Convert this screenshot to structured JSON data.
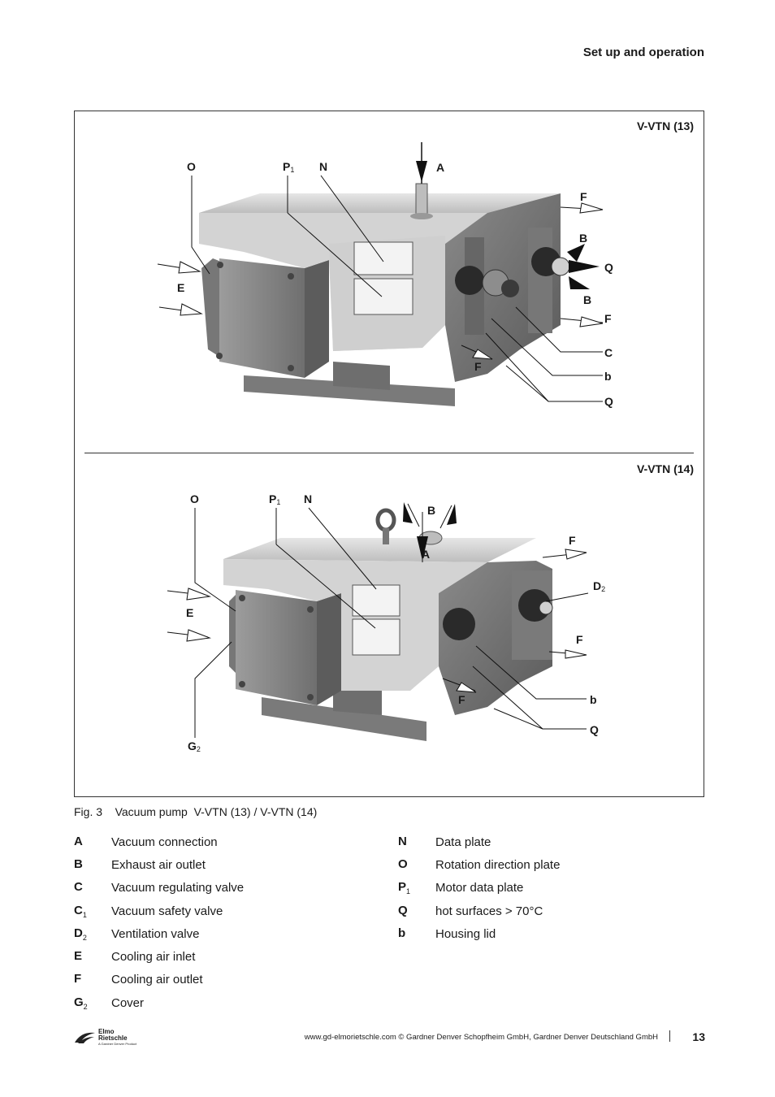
{
  "header": {
    "section": "Set up and operation"
  },
  "figures": [
    {
      "model": "V-VTN (13)"
    },
    {
      "model": "V-VTN (14)"
    }
  ],
  "callouts_top": [
    {
      "key": "O"
    },
    {
      "key": "P",
      "sub": "1"
    },
    {
      "key": "N"
    },
    {
      "key": "A"
    },
    {
      "key": "F"
    },
    {
      "key": "B"
    },
    {
      "key": "Q"
    },
    {
      "key": "E"
    },
    {
      "key": "B"
    },
    {
      "key": "F"
    },
    {
      "key": "C"
    },
    {
      "key": "F"
    },
    {
      "key": "b"
    },
    {
      "key": "Q"
    }
  ],
  "callouts_bottom": [
    {
      "key": "O"
    },
    {
      "key": "P",
      "sub": "1"
    },
    {
      "key": "N"
    },
    {
      "key": "B"
    },
    {
      "key": "A"
    },
    {
      "key": "F"
    },
    {
      "key": "D",
      "sub": "2"
    },
    {
      "key": "E"
    },
    {
      "key": "F"
    },
    {
      "key": "F"
    },
    {
      "key": "b"
    },
    {
      "key": "Q"
    },
    {
      "key": "G",
      "sub": "2"
    }
  ],
  "caption": "Fig. 3    Vacuum pump  V-VTN (13) / V-VTN (14)",
  "legend_left": [
    {
      "key": "A",
      "sub": "",
      "text": "Vacuum connection"
    },
    {
      "key": "B",
      "sub": "",
      "text": "Exhaust air outlet"
    },
    {
      "key": "C",
      "sub": "",
      "text": "Vacuum regulating valve"
    },
    {
      "key": "C",
      "sub": "1",
      "text": "Vacuum safety valve"
    },
    {
      "key": "D",
      "sub": "2",
      "text": "Ventilation valve"
    },
    {
      "key": "E",
      "sub": "",
      "text": "Cooling air inlet"
    },
    {
      "key": "F",
      "sub": "",
      "text": "Cooling air outlet"
    },
    {
      "key": "G",
      "sub": "2",
      "text": "Cover"
    }
  ],
  "legend_right": [
    {
      "key": "N",
      "sub": "",
      "text": "Data plate"
    },
    {
      "key": "O",
      "sub": "",
      "text": "Rotation direction plate"
    },
    {
      "key": "P",
      "sub": "1",
      "text": "Motor data plate"
    },
    {
      "key": "Q",
      "sub": "",
      "text": "hot surfaces > 70°C"
    },
    {
      "key": "b",
      "sub": "",
      "text": "Housing lid"
    }
  ],
  "footer": {
    "logo_line1": "Elmo",
    "logo_line2": "Rietschle",
    "logo_tagline": "A Gardner Denver Product",
    "url": "www.gd-elmorietschle.com",
    "copyright": "© Gardner Denver Schopfheim GmbH, Gardner Denver Deutschland GmbH",
    "page": "13"
  }
}
